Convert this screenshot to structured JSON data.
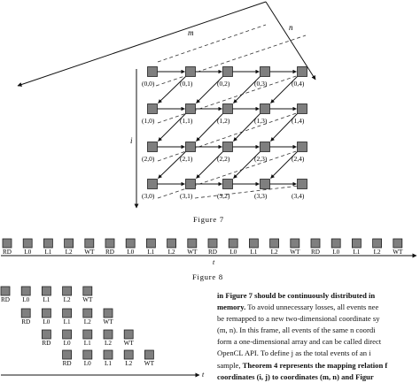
{
  "figure7": {
    "caption": "Figure 7",
    "axis_m": "m",
    "axis_n": "n",
    "axis_i": "i",
    "nodes": [
      [
        "(0,0)",
        "(0,1)",
        "(0,2)",
        "(0,3)",
        "(0,4)"
      ],
      [
        "(1,0)",
        "(1,1)",
        "(1,2)",
        "(1,3)",
        "(1,4)"
      ],
      [
        "(2,0)",
        "(2,1)",
        "(2,2)",
        "(2,3)",
        "(2,4)"
      ],
      [
        "(3,0)",
        "(3,1)",
        "(3,2)",
        "(3,3)",
        "(3,4)"
      ]
    ]
  },
  "figure8": {
    "caption": "Figure 8",
    "axis_t": "t",
    "labels": [
      "RD",
      "L0",
      "L1",
      "L2",
      "WT",
      "RD",
      "L0",
      "L1",
      "L2",
      "WT",
      "RD",
      "L0",
      "L1",
      "L2",
      "WT",
      "RD",
      "L0",
      "L1",
      "L2",
      "WT"
    ]
  },
  "figure9": {
    "axis_t": "t",
    "rows": [
      [
        "RD",
        "L0",
        "L1",
        "L2",
        "WT"
      ],
      [
        "RD",
        "L0",
        "L1",
        "L2",
        "WT"
      ],
      [
        "RD",
        "L0",
        "L1",
        "L2",
        "WT"
      ],
      [
        "RD",
        "L0",
        "L1",
        "L2",
        "WT"
      ]
    ]
  },
  "text": {
    "line1_bold": "in Figure 7 should be continuously distributed in",
    "line2_bold": "memory.",
    "line2_rest": " To avoid unnecessary losses, all events nee",
    "line3": "be remapped to a new two-dimensional coordinate sy",
    "line4": "(m, n). In this frame, all events of the same n coordi",
    "line5": "form a one-dimensional array and can be called direct",
    "line6": "OpenCL API. To define j as the total events of an i",
    "line7_pre": "sample, ",
    "line7_bold": "Theorem 4 represents the mapping relation f",
    "line8_bold": "coordinates (i, j) to coordinates (m, n) and Figur"
  }
}
